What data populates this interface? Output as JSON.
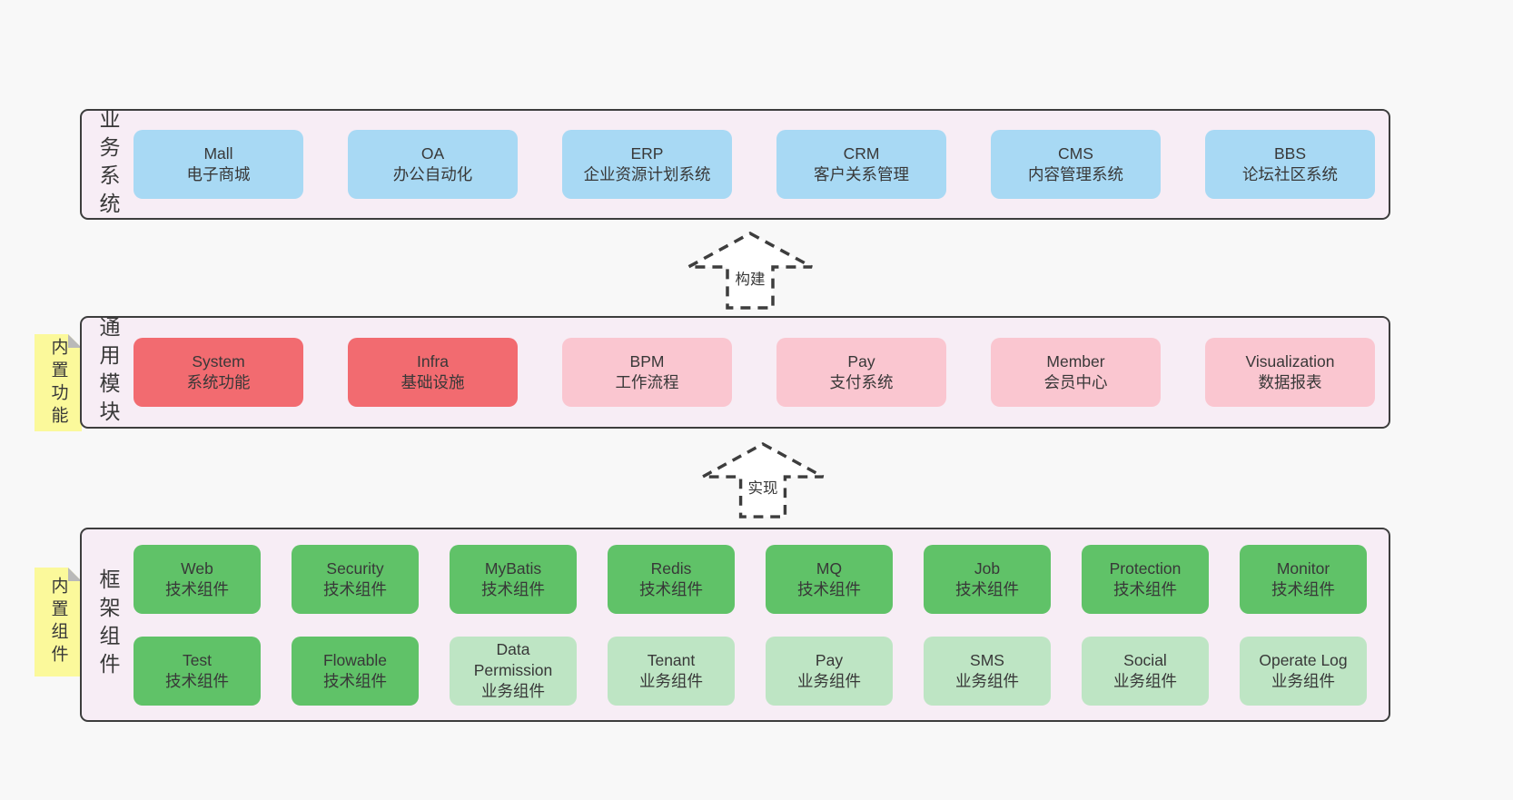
{
  "colors": {
    "page_background": "#f8f8f8",
    "section_background": "#f7edf5",
    "section_border": "#3d3d3d",
    "box_blue": "#a8d9f4",
    "box_red": "#f26b70",
    "box_pink": "#fac6d0",
    "box_green": "#60c268",
    "box_green_light": "#bee5c4",
    "sticky_yellow": "#fbf99b",
    "sticky_fold_gray": "#b9b9b9",
    "text": "#383838"
  },
  "sections": [
    {
      "id": "business",
      "label": "业务系统",
      "sticky": null,
      "rows": [
        [
          {
            "title": "Mall",
            "subtitle": "电子商城",
            "variant": "blue"
          },
          {
            "title": "OA",
            "subtitle": "办公自动化",
            "variant": "blue"
          },
          {
            "title": "ERP",
            "subtitle": "企业资源计划系统",
            "variant": "blue"
          },
          {
            "title": "CRM",
            "subtitle": "客户关系管理",
            "variant": "blue"
          },
          {
            "title": "CMS",
            "subtitle": "内容管理系统",
            "variant": "blue"
          },
          {
            "title": "BBS",
            "subtitle": "论坛社区系统",
            "variant": "blue"
          }
        ]
      ]
    },
    {
      "id": "modules",
      "label": "通用模块",
      "sticky": "内置功能",
      "rows": [
        [
          {
            "title": "System",
            "subtitle": "系统功能",
            "variant": "red"
          },
          {
            "title": "Infra",
            "subtitle": "基础设施",
            "variant": "red"
          },
          {
            "title": "BPM",
            "subtitle": "工作流程",
            "variant": "pink"
          },
          {
            "title": "Pay",
            "subtitle": "支付系统",
            "variant": "pink"
          },
          {
            "title": "Member",
            "subtitle": "会员中心",
            "variant": "pink"
          },
          {
            "title": "Visualization",
            "subtitle": "数据报表",
            "variant": "pink"
          }
        ]
      ]
    },
    {
      "id": "components",
      "label": "框架组件",
      "sticky": "内置组件",
      "rows": [
        [
          {
            "title": "Web",
            "subtitle": "技术组件",
            "variant": "green"
          },
          {
            "title": "Security",
            "subtitle": "技术组件",
            "variant": "green"
          },
          {
            "title": "MyBatis",
            "subtitle": "技术组件",
            "variant": "green"
          },
          {
            "title": "Redis",
            "subtitle": "技术组件",
            "variant": "green"
          },
          {
            "title": "MQ",
            "subtitle": "技术组件",
            "variant": "green"
          },
          {
            "title": "Job",
            "subtitle": "技术组件",
            "variant": "green"
          },
          {
            "title": "Protection",
            "subtitle": "技术组件",
            "variant": "green"
          },
          {
            "title": "Monitor",
            "subtitle": "技术组件",
            "variant": "green"
          }
        ],
        [
          {
            "title": "Test",
            "subtitle": "技术组件",
            "variant": "green"
          },
          {
            "title": "Flowable",
            "subtitle": "技术组件",
            "variant": "green"
          },
          {
            "title": "Data Permission",
            "subtitle": "业务组件",
            "variant": "green-light"
          },
          {
            "title": "Tenant",
            "subtitle": "业务组件",
            "variant": "green-light"
          },
          {
            "title": "Pay",
            "subtitle": "业务组件",
            "variant": "green-light"
          },
          {
            "title": "SMS",
            "subtitle": "业务组件",
            "variant": "green-light"
          },
          {
            "title": "Social",
            "subtitle": "业务组件",
            "variant": "green-light"
          },
          {
            "title": "Operate Log",
            "subtitle": "业务组件",
            "variant": "green-light"
          }
        ]
      ]
    }
  ],
  "arrows": [
    {
      "id": "build",
      "label": "构建",
      "direction": "up"
    },
    {
      "id": "implement",
      "label": "实现",
      "direction": "up"
    }
  ]
}
